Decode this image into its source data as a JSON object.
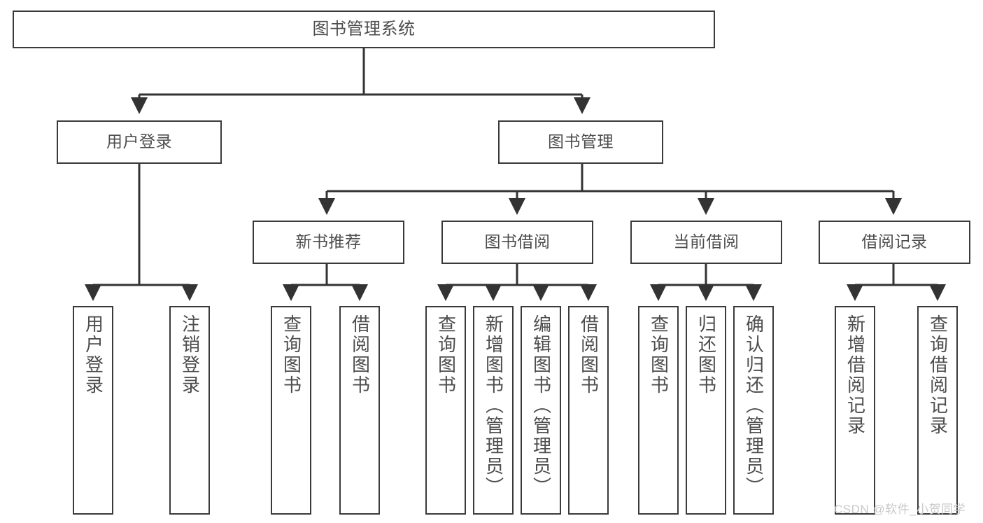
{
  "diagram": {
    "type": "tree-hierarchy-chart",
    "title": "图书管理系统",
    "colors": {
      "box_border": "#3a3a3a",
      "box_fill": "#ffffff",
      "text": "#4d4d4d",
      "edge": "#333333",
      "watermark": "#c9c9c9",
      "background": "#ffffff"
    },
    "watermark": "CSDN @软件_小贺同学",
    "nodes": {
      "root": {
        "label": "图书管理系统"
      },
      "level2": [
        {
          "id": "user-login",
          "label": "用户登录"
        },
        {
          "id": "book-management",
          "label": "图书管理"
        }
      ],
      "level3": [
        {
          "id": "new-book-recommend",
          "label": "新书推荐"
        },
        {
          "id": "book-borrow",
          "label": "图书借阅"
        },
        {
          "id": "current-borrow",
          "label": "当前借阅"
        },
        {
          "id": "borrow-record",
          "label": "借阅记录"
        }
      ],
      "leaves": {
        "user_login": [
          {
            "id": "leaf-user-login",
            "label": "用户登录"
          },
          {
            "id": "leaf-logout-login",
            "label": "注销登录"
          }
        ],
        "new_book_recommend": [
          {
            "id": "leaf-query-book-1",
            "label": "查询图书"
          },
          {
            "id": "leaf-borrow-book-1",
            "label": "借阅图书"
          }
        ],
        "book_borrow": [
          {
            "id": "leaf-query-book-2",
            "label": "查询图书"
          },
          {
            "id": "leaf-add-book",
            "label": "新增图书（管理员）"
          },
          {
            "id": "leaf-edit-book",
            "label": "编辑图书（管理员）"
          },
          {
            "id": "leaf-borrow-book-2",
            "label": "借阅图书"
          }
        ],
        "current_borrow": [
          {
            "id": "leaf-query-book-3",
            "label": "查询图书"
          },
          {
            "id": "leaf-return-book",
            "label": "归还图书"
          },
          {
            "id": "leaf-confirm-return",
            "label": "确认归还（管理员）"
          }
        ],
        "borrow_record": [
          {
            "id": "leaf-add-record",
            "label": "新增借阅记录"
          },
          {
            "id": "leaf-query-record",
            "label": "查询借阅记录"
          }
        ]
      }
    }
  }
}
